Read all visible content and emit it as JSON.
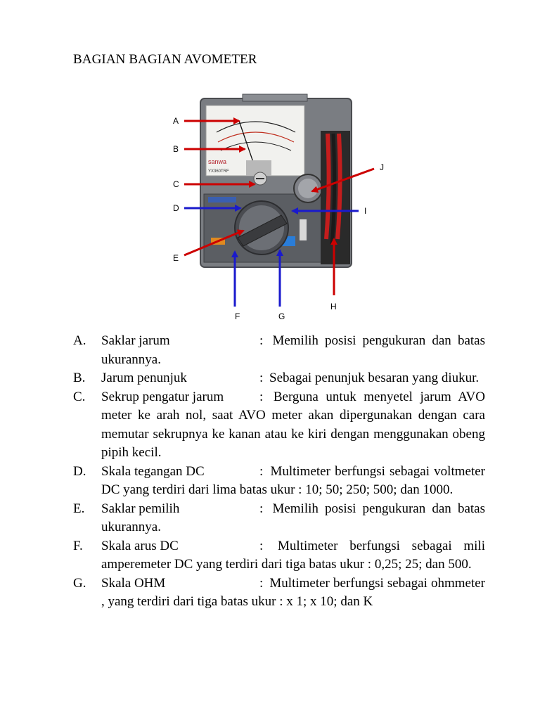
{
  "page": {
    "title": "BAGIAN BAGIAN AVOMETER"
  },
  "figure": {
    "labels": [
      "A",
      "B",
      "C",
      "D",
      "E",
      "F",
      "G",
      "H",
      "I",
      "J"
    ],
    "brand": "sanwa",
    "model": "YX360TRF",
    "colors": {
      "arrow_red": "#cc0000",
      "arrow_blue": "#1a1acc",
      "body": "#7a7d82",
      "panel": "#5b5e63",
      "lead_red": "#c41d1d"
    }
  },
  "items": [
    {
      "mark": "A.",
      "term": "Saklar jarum",
      "desc": "Memilih posisi pengukuran dan batas ukurannya."
    },
    {
      "mark": "B.",
      "term": "Jarum penunjuk",
      "desc": "Sebagai penunjuk besaran yang diukur."
    },
    {
      "mark": "C.",
      "term": "Sekrup pengatur jarum",
      "desc": "Berguna untuk menyetel jarum AVO meter ke arah nol, saat AVO meter akan dipergunakan dengan cara memutar sekrupnya ke kanan atau ke kiri dengan menggunakan obeng pipih kecil."
    },
    {
      "mark": "D.",
      "term": "Skala tegangan DC",
      "desc": "Multimeter berfungsi sebagai voltmeter DC yang terdiri dari lima batas ukur : 10; 50; 250; 500; dan 1000."
    },
    {
      "mark": "E.",
      "term": "Saklar pemilih",
      "desc": "Memilih posisi pengukuran dan batas ukurannya."
    },
    {
      "mark": "F.",
      "term": "Skala arus DC",
      "desc": "Multimeter berfungsi sebagai mili amperemeter DC yang terdiri dari tiga batas ukur : 0,25; 25; dan 500."
    },
    {
      "mark": "G.",
      "term": "Skala OHM",
      "desc": "Multimeter berfungsi sebagai ohmmeter , yang terdiri dari tiga batas ukur : x 1; x 10; dan K"
    }
  ]
}
